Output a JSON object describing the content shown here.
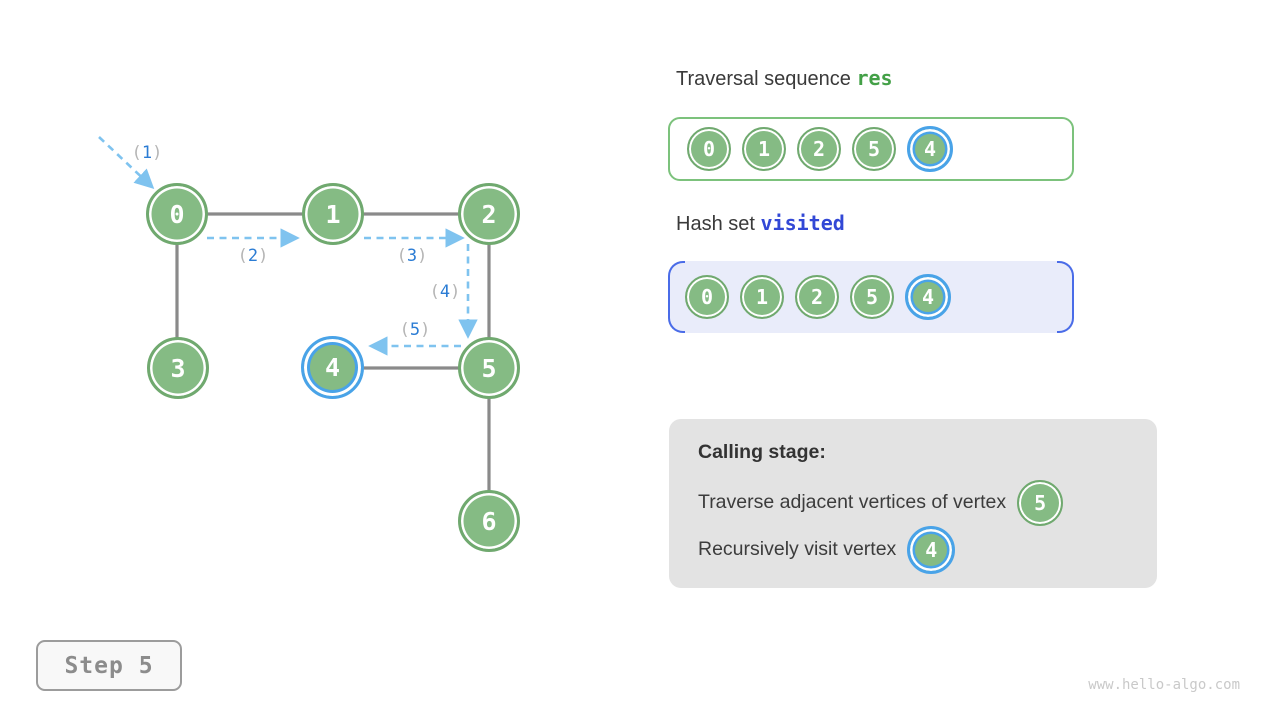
{
  "graph": {
    "nodes": [
      {
        "id": "0"
      },
      {
        "id": "1"
      },
      {
        "id": "2"
      },
      {
        "id": "3"
      },
      {
        "id": "4"
      },
      {
        "id": "5"
      },
      {
        "id": "6"
      }
    ],
    "highlighted_node": "4",
    "edges": [
      [
        "0",
        "1"
      ],
      [
        "1",
        "2"
      ],
      [
        "0",
        "3"
      ],
      [
        "2",
        "5"
      ],
      [
        "4",
        "5"
      ],
      [
        "5",
        "6"
      ]
    ],
    "step_labels": [
      {
        "open": "(",
        "num": "1",
        "close": ")"
      },
      {
        "open": "(",
        "num": "2",
        "close": ")"
      },
      {
        "open": "(",
        "num": "3",
        "close": ")"
      },
      {
        "open": "(",
        "num": "4",
        "close": ")"
      },
      {
        "open": "(",
        "num": "5",
        "close": ")"
      }
    ]
  },
  "panel": {
    "traversal_title": {
      "text": "Traversal sequence",
      "code": "res"
    },
    "hash_title": {
      "text": "Hash set",
      "code": "visited"
    },
    "res_values": [
      "0",
      "1",
      "2",
      "5",
      "4"
    ],
    "visited_values": [
      "0",
      "1",
      "2",
      "5",
      "4"
    ],
    "highlighted_value": "4"
  },
  "calling_stage": {
    "heading": "Calling stage:",
    "line1_text": "Traverse adjacent vertices of vertex",
    "line1_vertex": "5",
    "line2_text": "Recursively visit vertex",
    "line2_vertex": "4"
  },
  "step_indicator": "Step 5",
  "watermark": "www.hello-algo.com",
  "colors": {
    "node_green": "#85bb84",
    "node_ring_green": "#70a96f",
    "highlight_blue": "#49a3e8",
    "edge_gray": "#8a8a8a",
    "arrow_blue": "#7fc3ef",
    "label_num_blue": "#2b7cd4",
    "res_green": "#43a047",
    "visited_blue": "#3248d6",
    "hash_bg": "#e9ecfa",
    "hash_bracket_blue": "#4a6ce8",
    "calling_bg": "#e3e3e3"
  }
}
